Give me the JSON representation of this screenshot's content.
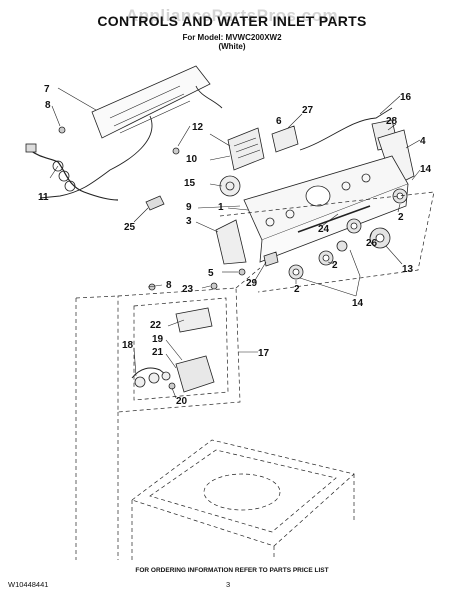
{
  "watermark": "AppliancePartsPros.com",
  "title": "CONTROLS AND WATER INLET PARTS",
  "model_line": "For Model: MVWC200XW2",
  "color_line": "(White)",
  "callouts": [
    "7",
    "8",
    "11",
    "12",
    "6",
    "27",
    "16",
    "28",
    "4",
    "10",
    "15",
    "14",
    "9",
    "3",
    "25",
    "1",
    "24",
    "26",
    "2",
    "5",
    "29",
    "13",
    "23",
    "22",
    "19",
    "21",
    "18",
    "20",
    "17"
  ],
  "footer_note": "FOR ORDERING INFORMATION REFER TO PARTS PRICE LIST",
  "document_number": "W10448441",
  "page_number": "3"
}
